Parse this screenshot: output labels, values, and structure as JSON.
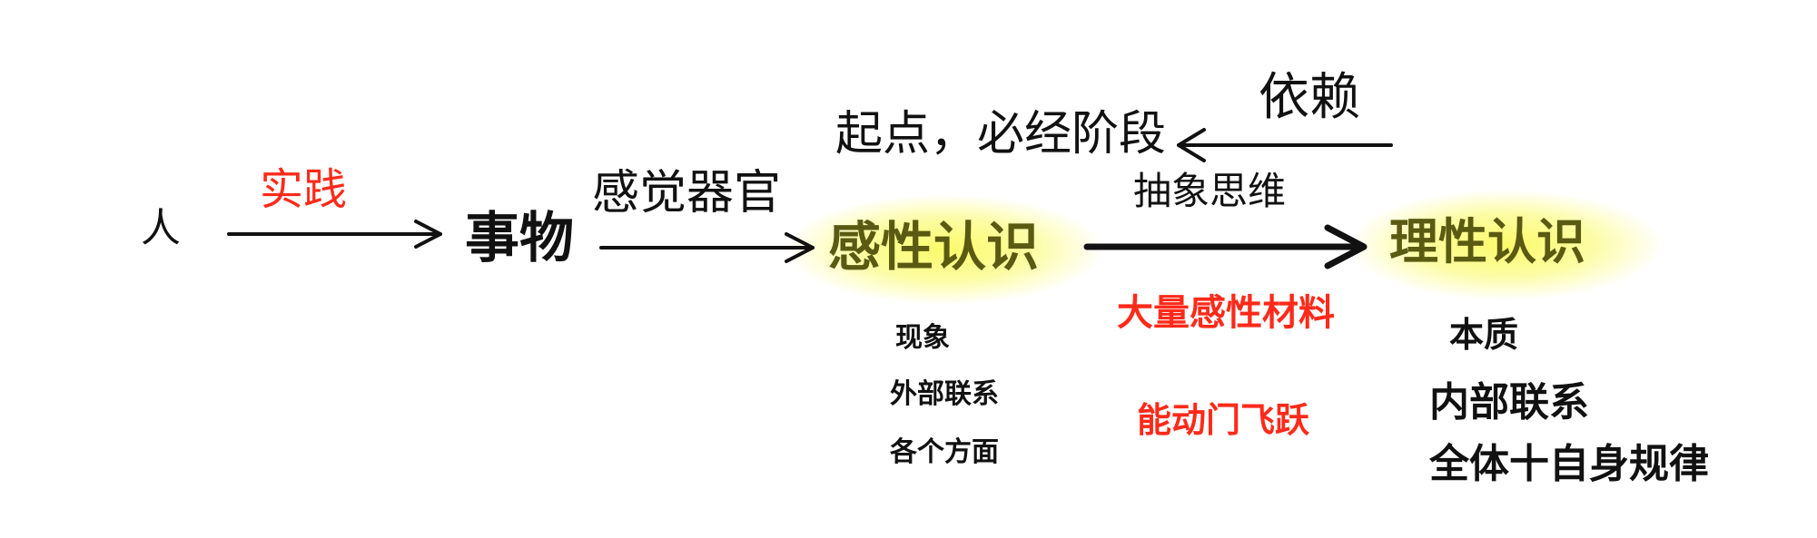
{
  "diagram": {
    "nodes": {
      "person": "人",
      "things": "事物",
      "perceptual": "感性认识",
      "rational": "理性认识"
    },
    "edges": {
      "practice": "实践",
      "senses": "感觉器官",
      "abstract_thinking": "抽象思维",
      "rely": "依赖",
      "starting_point": "起点，必经阶段"
    },
    "perceptual_traits": [
      "现象",
      "外部联系",
      "各个方面"
    ],
    "rational_traits": [
      "本质",
      "内部联系",
      "全体十自身规律"
    ],
    "conditions": [
      "大量感性材料",
      "能动门飞跃"
    ]
  },
  "colors": {
    "red": "#ff2a1a",
    "highlight": "#f5f55a",
    "ink": "#111111"
  }
}
